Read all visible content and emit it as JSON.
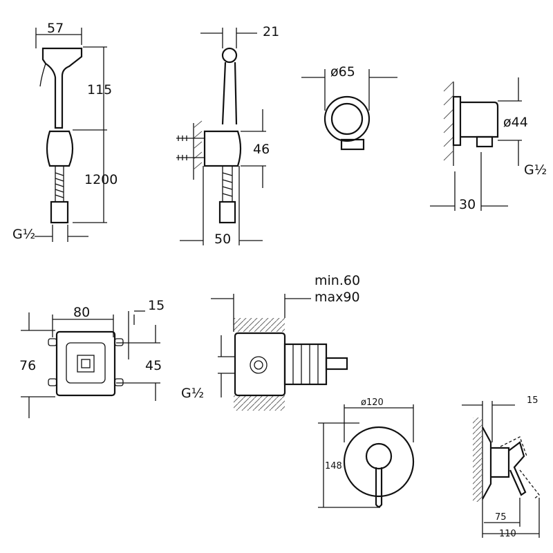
{
  "title": "Bidet shower set technical drawing",
  "handshower": {
    "width": "57",
    "head_height": "115",
    "hose_length": "1200",
    "thread": "G½"
  },
  "side_view": {
    "depth": "21",
    "holder_height": "46",
    "projection": "50"
  },
  "outlet_front": {
    "diameter": "ø65"
  },
  "outlet_side": {
    "diameter": "ø44",
    "thread": "G½",
    "depth": "30"
  },
  "box_front": {
    "width": "80",
    "offset": "15",
    "height": "76",
    "inner_height": "45"
  },
  "box_side": {
    "min_depth": "min.60",
    "max_depth": "max90",
    "thread": "G½"
  },
  "plate_front": {
    "diameter": "ø120",
    "height": "148"
  },
  "plate_side": {
    "plate_depth": "15",
    "handle_depth": "75",
    "total_depth": "110"
  }
}
